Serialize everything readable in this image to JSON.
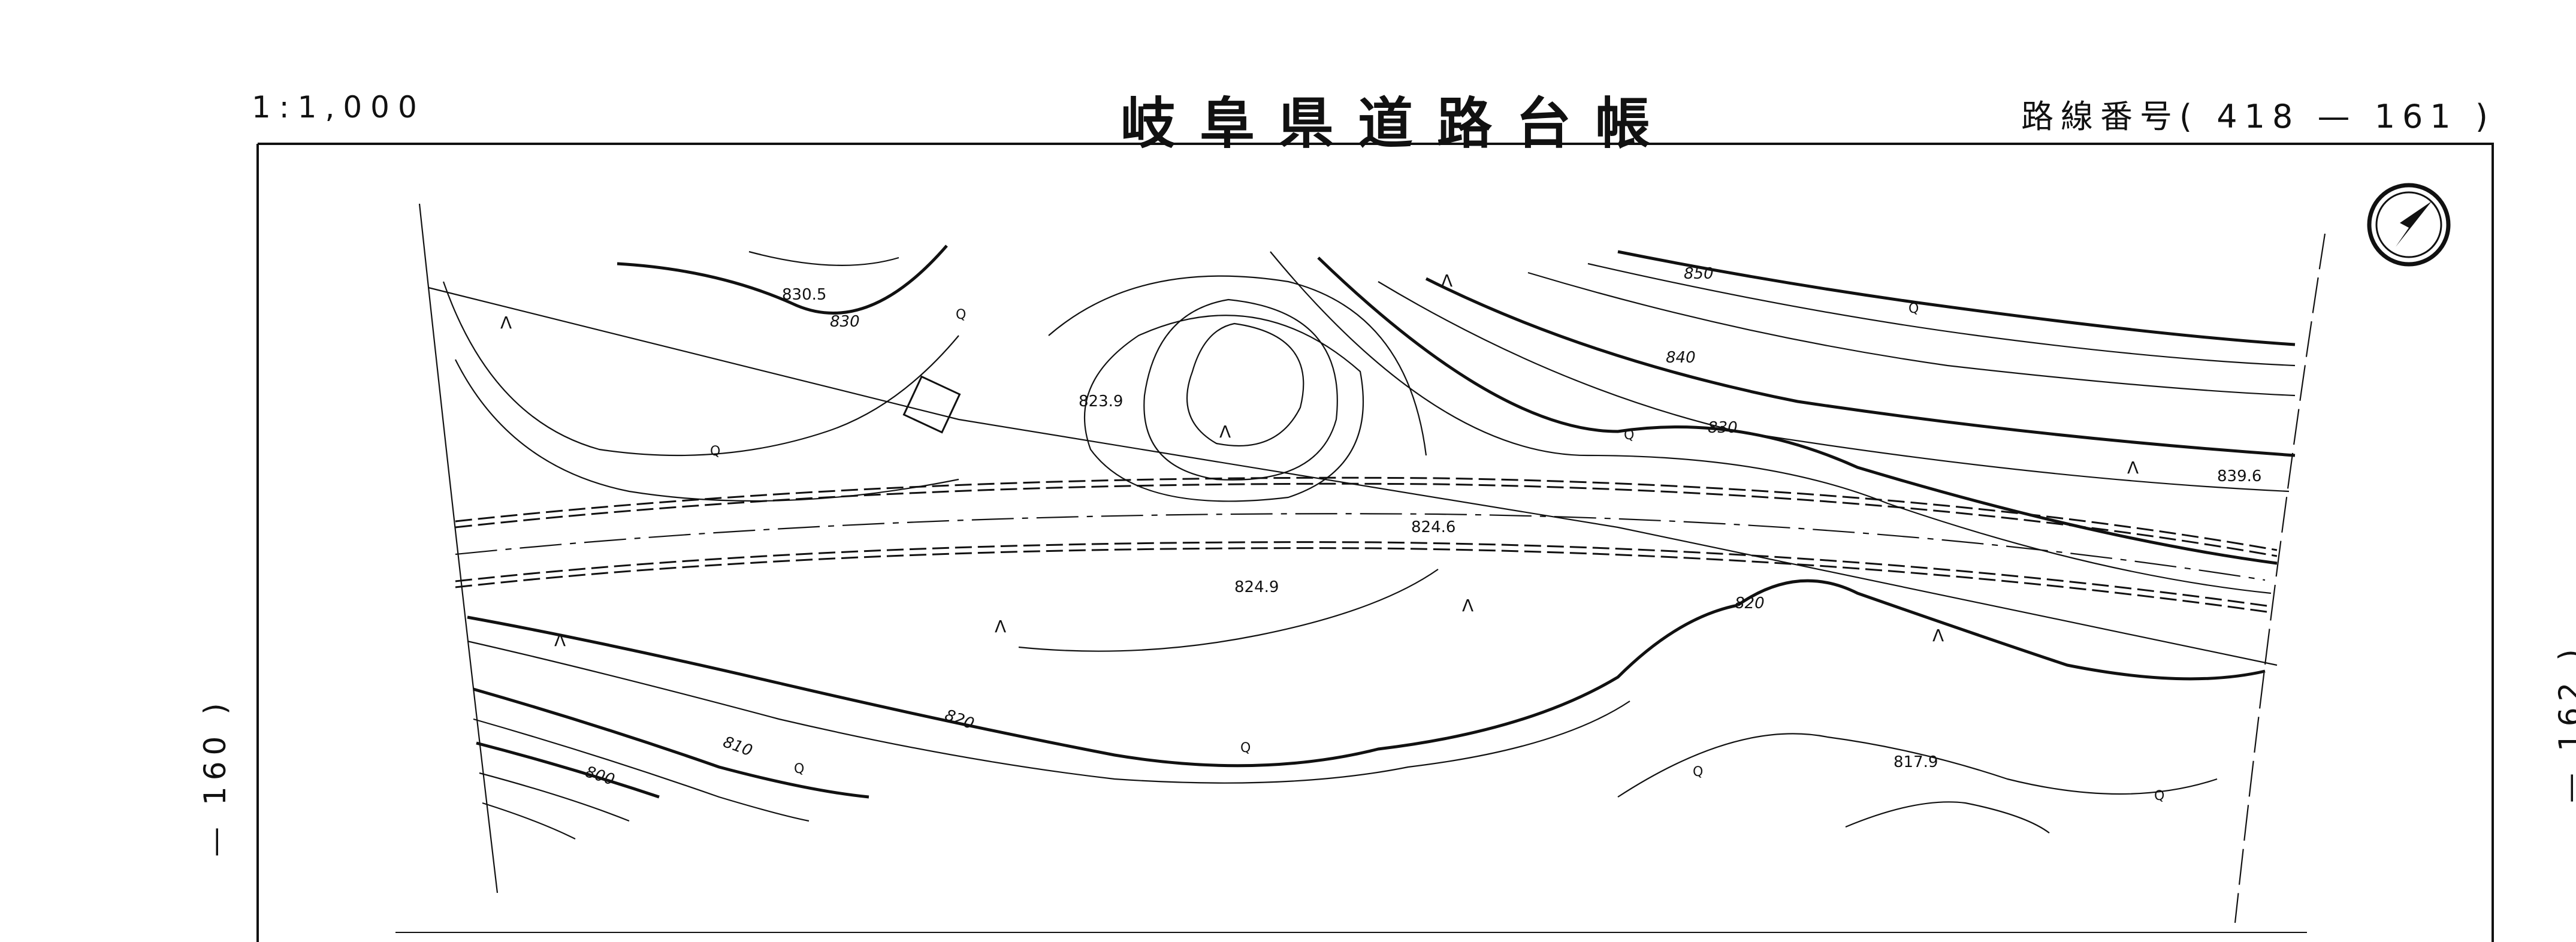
{
  "header": {
    "scale": "1:1,000",
    "title": "岐阜県道路台帳",
    "route_number": "路線番号( 418 — 161 )"
  },
  "side_refs": {
    "left": "— 160 )",
    "right": "— 162 )"
  },
  "map": {
    "north_arrow_icon": "north-arrow-icon",
    "contour_labels": [
      "850",
      "840",
      "830",
      "830",
      "820",
      "820",
      "810",
      "800"
    ],
    "spot_heights": [
      "830.5",
      "823.9",
      "824.6",
      "824.9",
      "839.6",
      "817.9"
    ],
    "symbols": {
      "broadleaf": "Q",
      "conifer": "Λ"
    }
  }
}
